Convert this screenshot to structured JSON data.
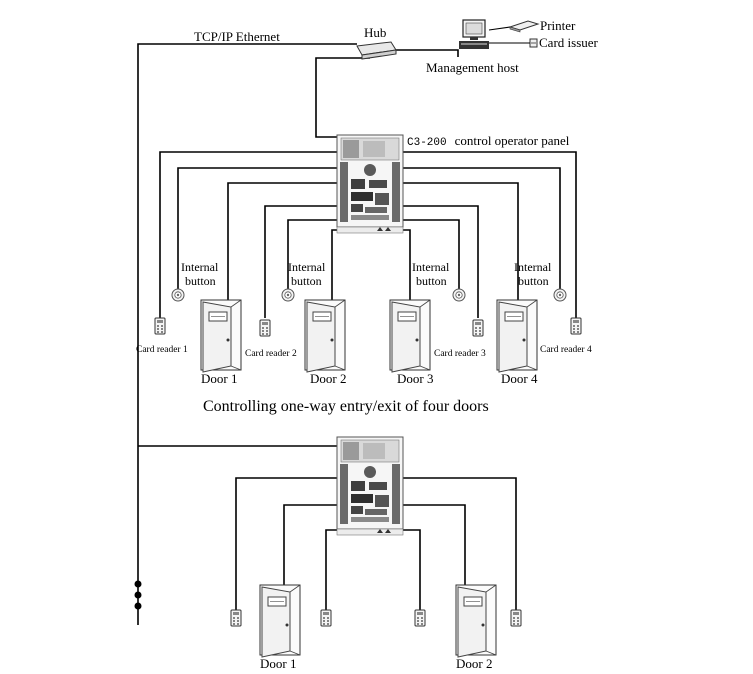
{
  "network": {
    "ethernet_label": "TCP/IP Ethernet",
    "hub_label": "Hub",
    "printer_label": "Printer",
    "card_issuer_label": "Card issuer",
    "host_label": "Management host"
  },
  "panel_top": {
    "model": "C3-200",
    "label": "control operator panel",
    "button_label_line1": "Internal",
    "button_label_line2": "button",
    "readers": [
      "Card reader 1",
      "Card reader 2",
      "Card reader 3",
      "Card reader 4"
    ],
    "doors": [
      "Door 1",
      "Door 2",
      "Door 3",
      "Door 4"
    ],
    "caption": "Controlling one-way entry/exit of four doors"
  },
  "panel_bottom": {
    "doors": [
      "Door 1",
      "Door 2"
    ]
  },
  "icons": [
    "hub-icon",
    "computer-icon",
    "printer-icon",
    "card-issuer-icon",
    "control-panel-icon",
    "door-icon",
    "card-reader-icon",
    "exit-button-icon",
    "continuation-dots-icon"
  ]
}
